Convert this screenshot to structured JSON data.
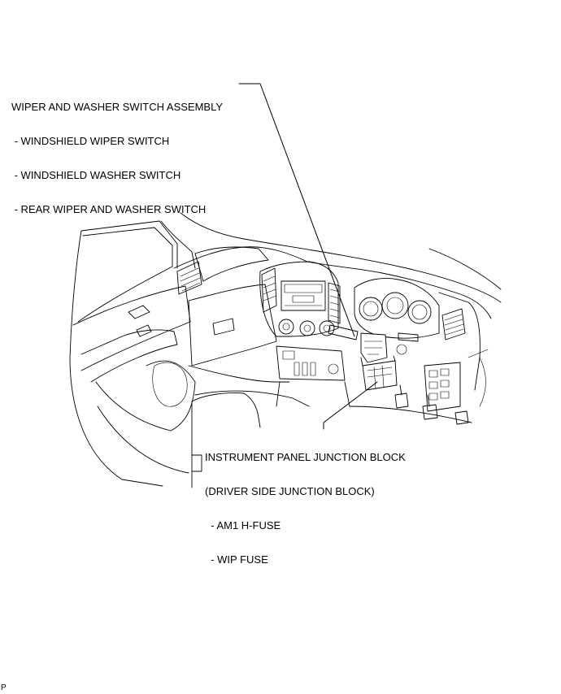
{
  "callouts": {
    "wiper_switch": {
      "lines": [
        "WIPER AND WASHER SWITCH ASSEMBLY",
        " - WINDSHIELD WIPER SWITCH",
        " - WINDSHIELD WASHER SWITCH",
        " - REAR WIPER AND WASHER SWITCH"
      ]
    },
    "junction_block": {
      "lines": [
        "INSTRUMENT PANEL JUNCTION BLOCK",
        "(DRIVER SIDE JUNCTION BLOCK)",
        "  - AM1 H-FUSE",
        "  - WIP FUSE"
      ]
    }
  },
  "corner_mark": "P"
}
